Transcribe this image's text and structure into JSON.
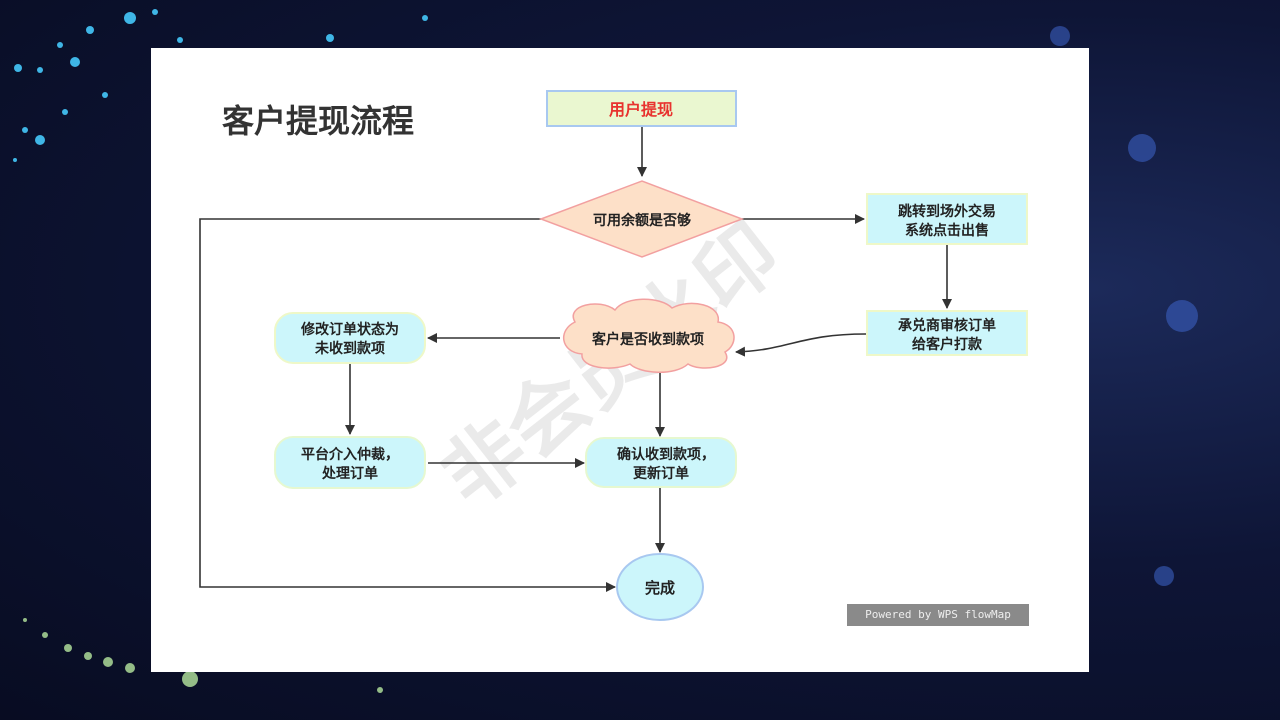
{
  "title": "客户提现流程",
  "nodes": {
    "start": "用户提现",
    "decision_balance": "可用余额是否够",
    "redirect_line1": "跳转到场外交易",
    "redirect_line2": "系统点击出售",
    "acceptor_line1": "承兑商审核订单",
    "acceptor_line2": "给客户打款",
    "received_check": "客户是否收到款项",
    "modify_line1": "修改订单状态为",
    "modify_line2": "未收到款项",
    "arbitration_line1": "平台介入仲裁，",
    "arbitration_line2": "处理订单",
    "confirm_line1": "确认收到款项，",
    "confirm_line2": "更新订单",
    "done": "完成"
  },
  "watermark": "非会员水印",
  "powered_by": "Powered by WPS flowMap",
  "colors": {
    "start_fill": "#eaf7d0",
    "start_stroke": "#a8c8f0",
    "start_text": "#e8322e",
    "decision_fill": "#fde0c8",
    "decision_stroke": "#f2a0a0",
    "process_fill": "#ccf6fb",
    "card": "#ffffff"
  }
}
